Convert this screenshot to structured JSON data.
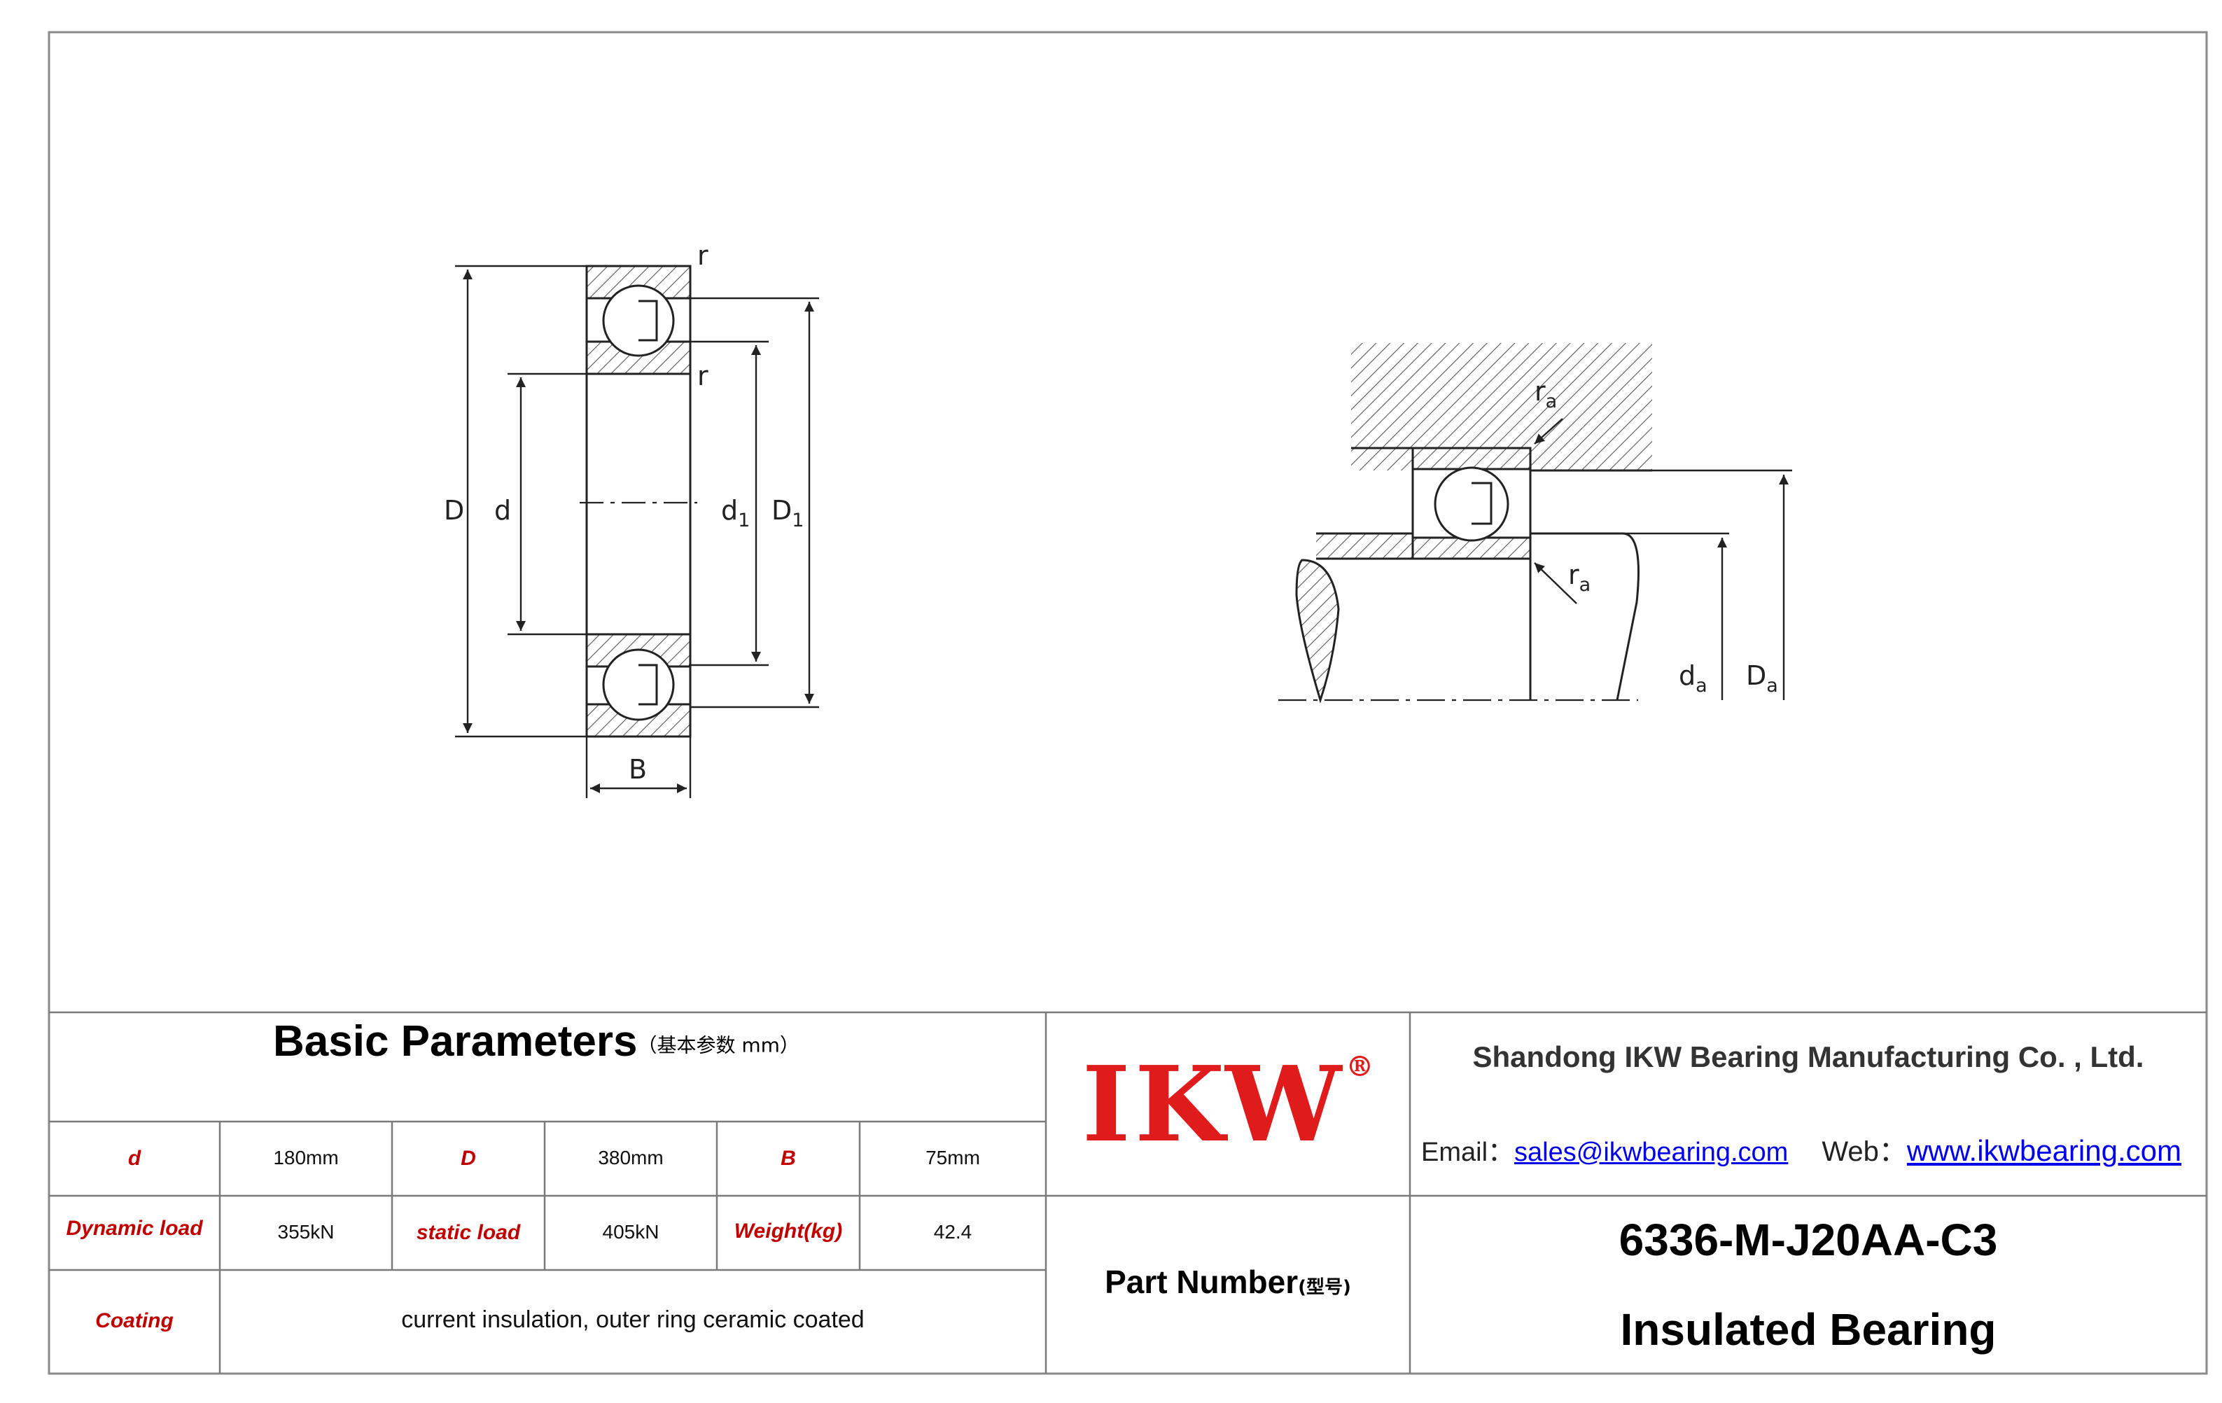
{
  "drawing_labels": {
    "D": "D",
    "d": "d",
    "d1_base": "d",
    "d1_sub": "1",
    "D1_base": "D",
    "D1_sub": "1",
    "B": "B",
    "r_top": "r",
    "r_mid": "r",
    "ra_top_base": "r",
    "ra_top_sub": "a",
    "ra_bot_base": "r",
    "ra_bot_sub": "a",
    "da_base": "d",
    "da_sub": "a",
    "Da_base": "D",
    "Da_sub": "a"
  },
  "params": {
    "title": "Basic Parameters",
    "title_note": "（基本参数 mm）",
    "rows": [
      [
        {
          "label": "d",
          "value": "180mm"
        },
        {
          "label": "D",
          "value": "380mm"
        },
        {
          "label": "B",
          "value": "75mm"
        }
      ],
      [
        {
          "label": "Dynamic load",
          "value": "355kN"
        },
        {
          "label": "static load",
          "value": "405kN"
        },
        {
          "label": "Weight(kg)",
          "value": "42.4"
        }
      ]
    ],
    "coating_label": "Coating",
    "coating_value": "current insulation, outer ring ceramic coated"
  },
  "brand": {
    "logo": "IKW",
    "registered": "®"
  },
  "part_number_label": "Part Number",
  "part_number_label_note": "(型号)",
  "company": {
    "name": "Shandong IKW Bearing Manufacturing Co. , Ltd.",
    "email_label": "Email：",
    "email": "sales@ikwbearing.com",
    "web_label": "Web：",
    "web": "www.ikwbearing.com"
  },
  "part": {
    "number": "6336-M-J20AA-C3",
    "type": "Insulated Bearing"
  },
  "colors": {
    "label_red": "#c00000",
    "logo_red": "#e01b1b",
    "link_blue": "#0000ee",
    "border": "#7a7a7a"
  }
}
